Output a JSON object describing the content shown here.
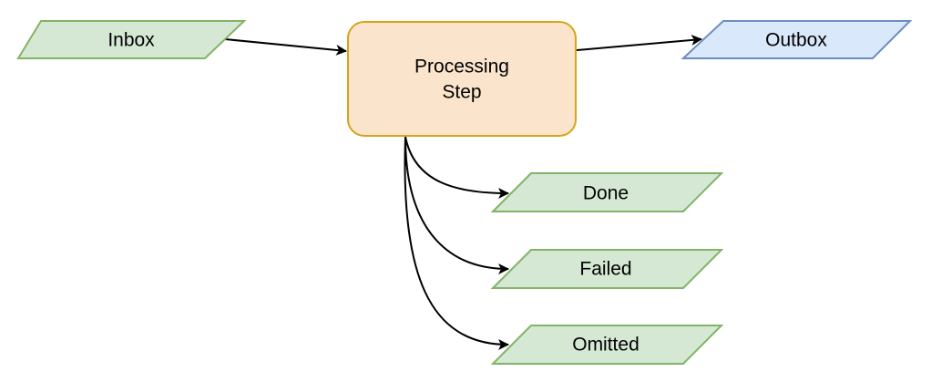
{
  "diagram": {
    "nodes": {
      "inbox": {
        "label": "Inbox",
        "shape": "parallelogram",
        "fill": "#d5e8d4",
        "stroke": "#82b366"
      },
      "processing": {
        "label_line1": "Processing",
        "label_line2": "Step",
        "shape": "rounded-rectangle",
        "fill": "#fae5cc",
        "stroke": "#d6a419"
      },
      "outbox": {
        "label": "Outbox",
        "shape": "parallelogram",
        "fill": "#dae8fc",
        "stroke": "#6c8ebf"
      },
      "done": {
        "label": "Done",
        "shape": "parallelogram",
        "fill": "#d5e8d4",
        "stroke": "#82b366"
      },
      "failed": {
        "label": "Failed",
        "shape": "parallelogram",
        "fill": "#d5e8d4",
        "stroke": "#82b366"
      },
      "omitted": {
        "label": "Omitted",
        "shape": "parallelogram",
        "fill": "#d5e8d4",
        "stroke": "#82b366"
      }
    },
    "edges": [
      {
        "from": "inbox",
        "to": "processing"
      },
      {
        "from": "processing",
        "to": "outbox"
      },
      {
        "from": "processing",
        "to": "done"
      },
      {
        "from": "processing",
        "to": "failed"
      },
      {
        "from": "processing",
        "to": "omitted"
      }
    ],
    "edge_color": "#000000"
  }
}
